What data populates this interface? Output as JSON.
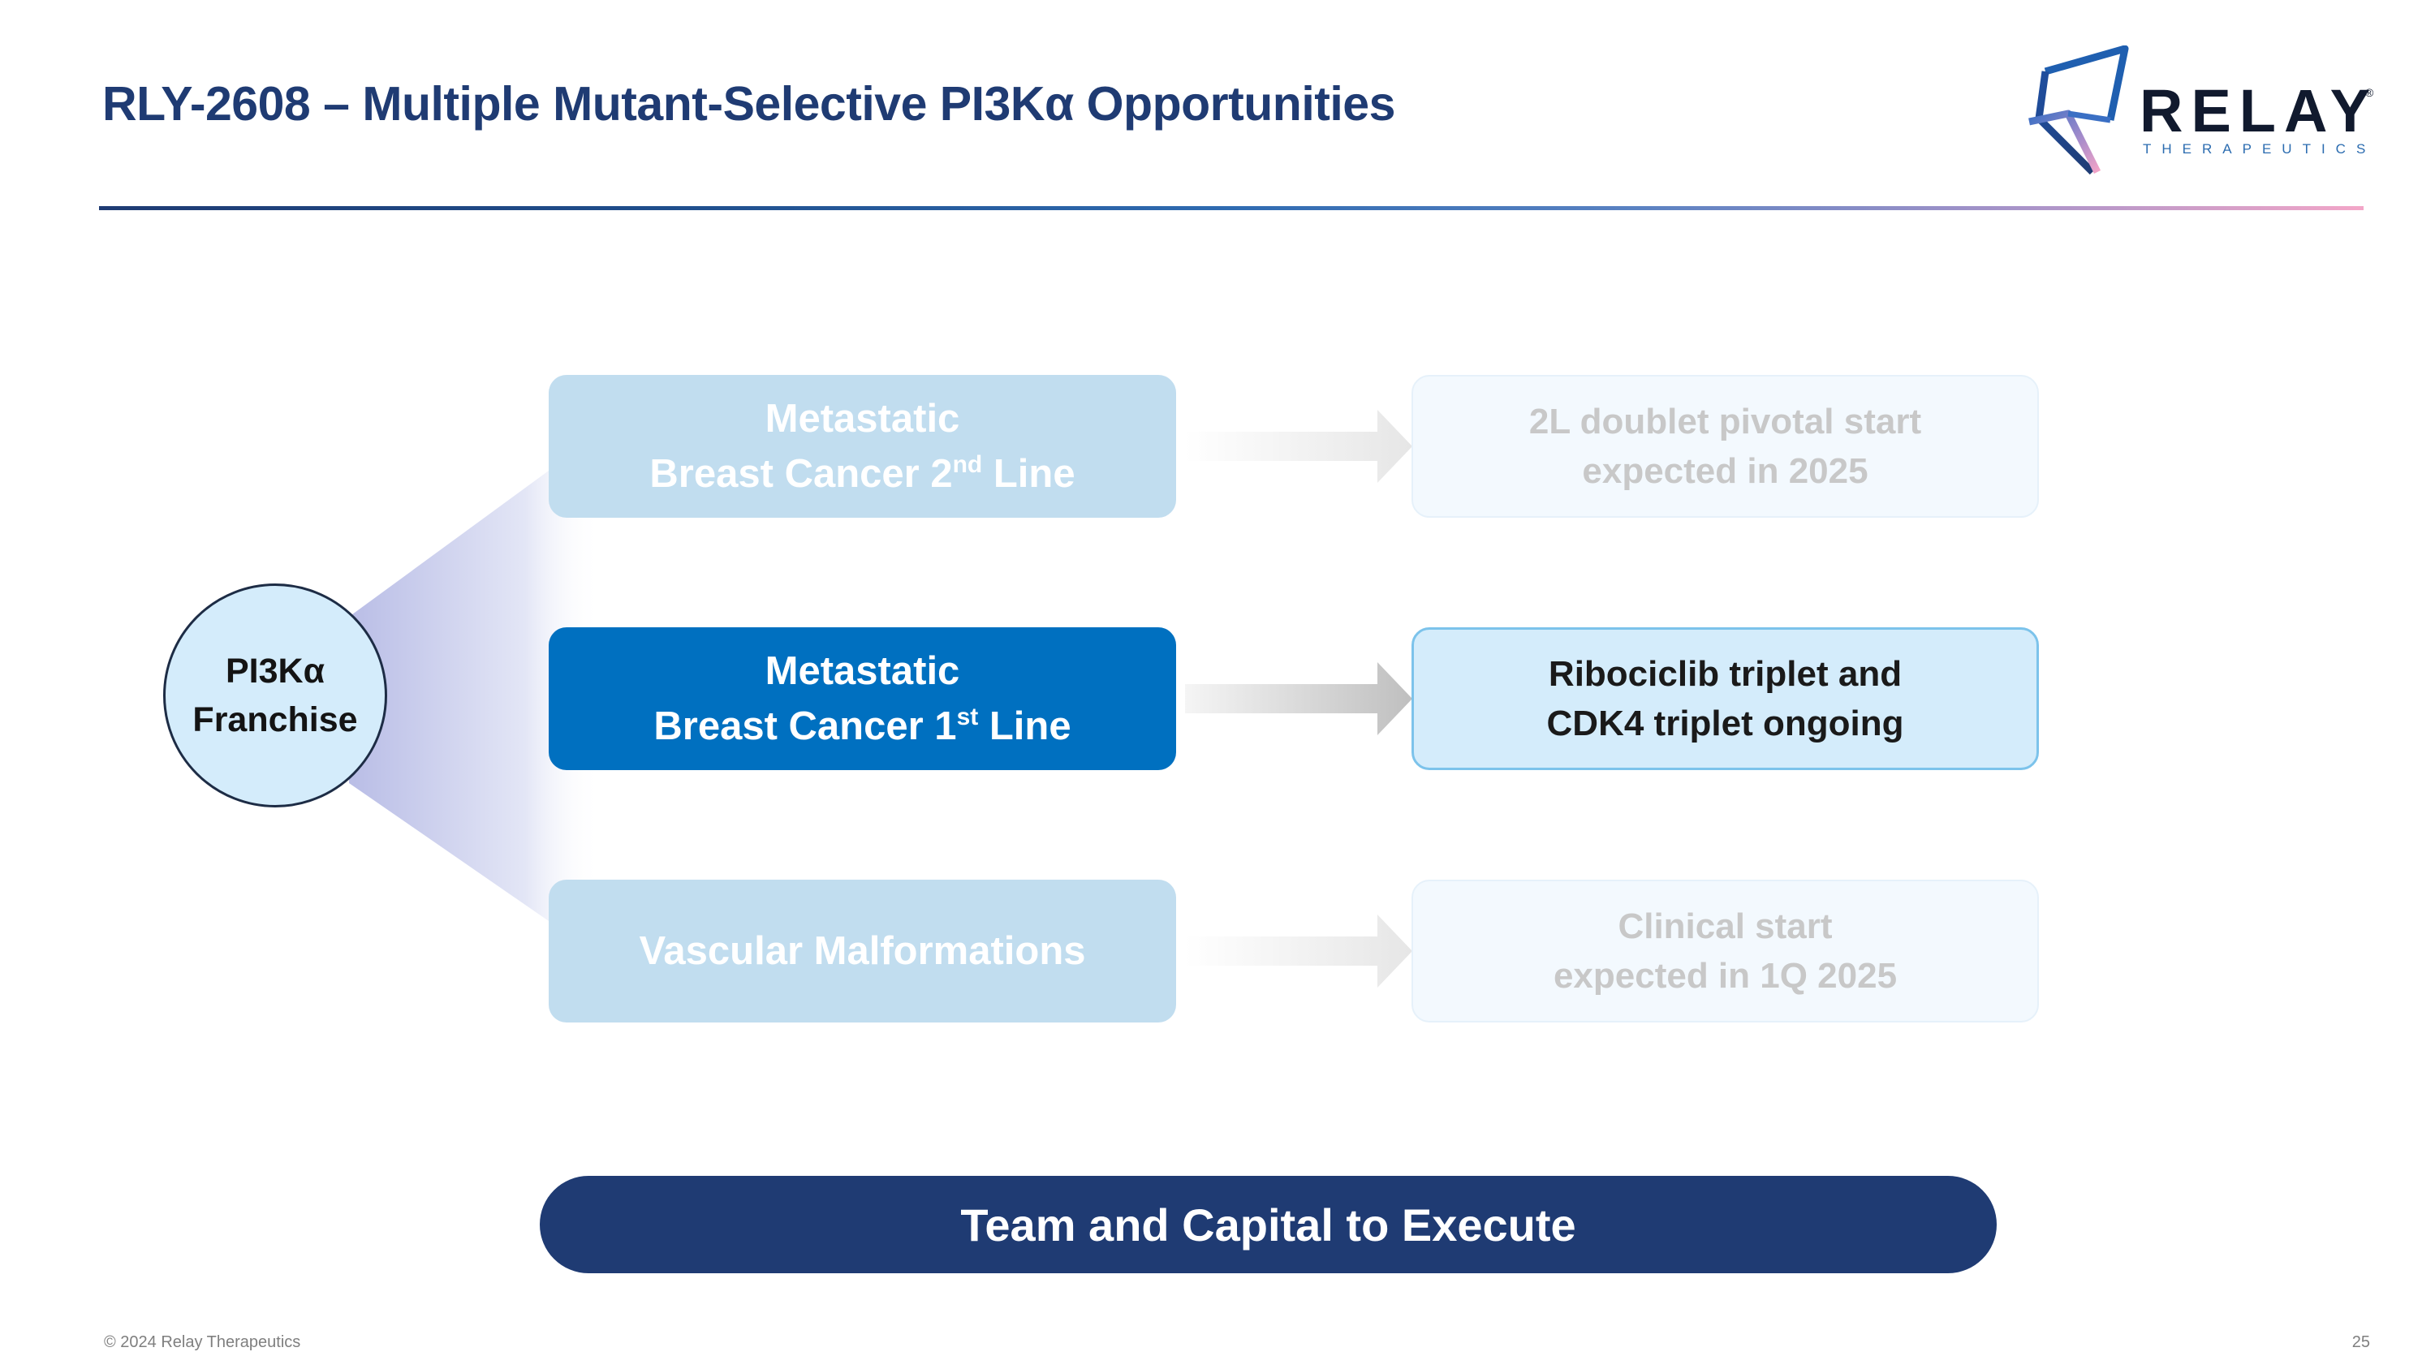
{
  "slide": {
    "title": "RLY-2608 – Multiple Mutant-Selective PI3Kα Opportunities",
    "footer": "© 2024 Relay Therapeutics",
    "page_number": "25"
  },
  "logo": {
    "wordmark": "RELAY",
    "registered": "®",
    "subtitle": "THERAPEUTICS"
  },
  "franchise": {
    "line1": "PI3Kα",
    "line2": "Franchise"
  },
  "indications": [
    {
      "line1": "Metastatic",
      "line2_prefix": "Breast Cancer 2",
      "line2_sup": "nd",
      "line2_suffix": " Line",
      "state": "faded"
    },
    {
      "line1": "Metastatic",
      "line2_prefix": "Breast Cancer 1",
      "line2_sup": "st",
      "line2_suffix": " Line",
      "state": "active"
    },
    {
      "line1": "Vascular Malformations",
      "state": "faded"
    }
  ],
  "statuses": [
    {
      "line1": "2L doublet pivotal start",
      "line2": "expected in 2025",
      "state": "faded"
    },
    {
      "line1": "Ribociclib triplet and",
      "line2": "CDK4 triplet ongoing",
      "state": "active"
    },
    {
      "line1": "Clinical start",
      "line2": "expected in 1Q 2025",
      "state": "faded"
    }
  ],
  "banner": {
    "label": "Team and Capital to Execute"
  },
  "colors": {
    "title": "#1f3b73",
    "active_box": "#0070c0",
    "faded_box": "#c1ddef",
    "status_active_fill": "#d4ecfb",
    "status_active_border": "#7cc3eb",
    "banner": "#1f3b73"
  }
}
